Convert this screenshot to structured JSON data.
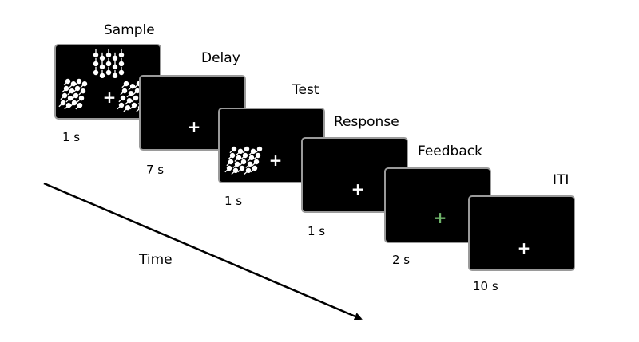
{
  "colors": {
    "screen_bg": "#000000",
    "screen_border": "#9a9a9a",
    "fixation": "#ffffff",
    "feedback_fixation": "#6fb36a",
    "arrow": "#000000"
  },
  "fixation_symbol": "+",
  "time_label": "Time",
  "stages": [
    {
      "label": "Sample",
      "duration": "1 s"
    },
    {
      "label": "Delay",
      "duration": "7 s"
    },
    {
      "label": "Test",
      "duration": "1 s"
    },
    {
      "label": "Response",
      "duration": "1 s"
    },
    {
      "label": "Feedback",
      "duration": "2 s"
    },
    {
      "label": "ITI",
      "duration": "10 s"
    }
  ]
}
